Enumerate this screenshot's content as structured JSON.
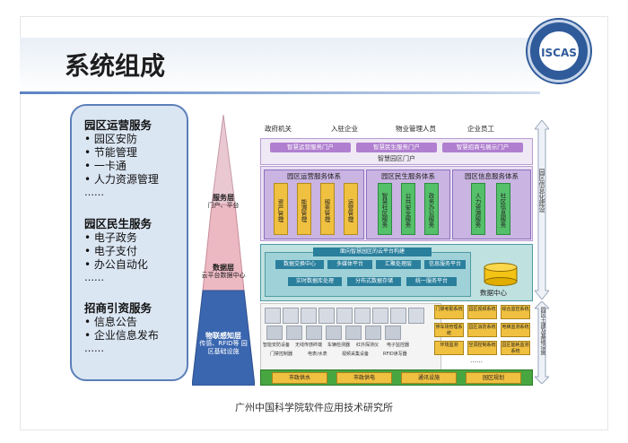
{
  "title": "系统组成",
  "logo": {
    "text": "ISCAS"
  },
  "services": [
    {
      "title": "园区运营服务",
      "items": [
        "园区安防",
        "节能管理",
        "一卡通",
        "人力资源管理"
      ],
      "more": "……"
    },
    {
      "title": "园区民生服务",
      "items": [
        "电子政务",
        "电子支付",
        "办公自动化"
      ],
      "more": "……"
    },
    {
      "title": "招商引资服务",
      "items": [
        "信息公告",
        "企业信息发布"
      ],
      "more": "……"
    }
  ],
  "diagram": {
    "layers": {
      "service": {
        "name": "服务层",
        "sub": "门户、平台"
      },
      "data": {
        "name": "数据层",
        "sub": "云平台数据中心"
      },
      "perception": {
        "name": "物联感知层",
        "sub": "传感、RFID等 园区基础设施"
      }
    },
    "top_roles": [
      "政府机关",
      "入驻企业",
      "物业管理人员",
      "企业员工"
    ],
    "portals": [
      "智慧运营服务门户",
      "智慧民生服务门户",
      "智慧招商与展示门户"
    ],
    "portal_label": "智慧园区门户",
    "systems": [
      {
        "title": "园区运营服务体系",
        "items": [
          "资产管理",
          "能源管理",
          "服务管理",
          "运营管理"
        ]
      },
      {
        "title": "园区民生服务体系",
        "items": [
          "智慧社区服务",
          "公共安全服务",
          "政务办公服务"
        ]
      },
      {
        "title": "园区信息服务体系",
        "items": [
          "人力资源服务",
          "社区信息服务"
        ]
      }
    ],
    "data_layer": {
      "title": "面向智慧园区的云平台构建",
      "boxes": [
        "数据交换中心",
        "多媒体平台",
        "汇聚处理层",
        "信息服务平台",
        "实时数据库处理",
        "分布式数据存储",
        "统一服务平台"
      ],
      "center": "数据中心"
    },
    "device_captions": [
      "智能安防设备",
      "无线传感终端",
      "车辆检测器",
      "红外探测仪",
      "电子监控器",
      "门禁控制器",
      "电表/水表",
      "视频采集设备",
      "RFID读写器"
    ],
    "subsystems": [
      "门禁考勤系统",
      "园区视频系统",
      "综合监控系统",
      "停车场管理系统",
      "园区消防系统",
      "电梯监测系统",
      "环境监测",
      "空调控制系统",
      "园区能耗监测系统"
    ],
    "subsystems_more": "……",
    "bottom_items": [
      "市政供水",
      "市政供电",
      "通讯设施",
      "园区规划"
    ],
    "right_top": "园区信息化建设",
    "right_bottom": "园区土建及基础设施"
  },
  "footer": "广州中国科学院软件应用技术研究所",
  "colors": {
    "accent": "#5c7fb8",
    "purple": "#b07fcf",
    "teal": "#2a7f9c",
    "green": "#48a640",
    "yellow": "#f0c040"
  }
}
